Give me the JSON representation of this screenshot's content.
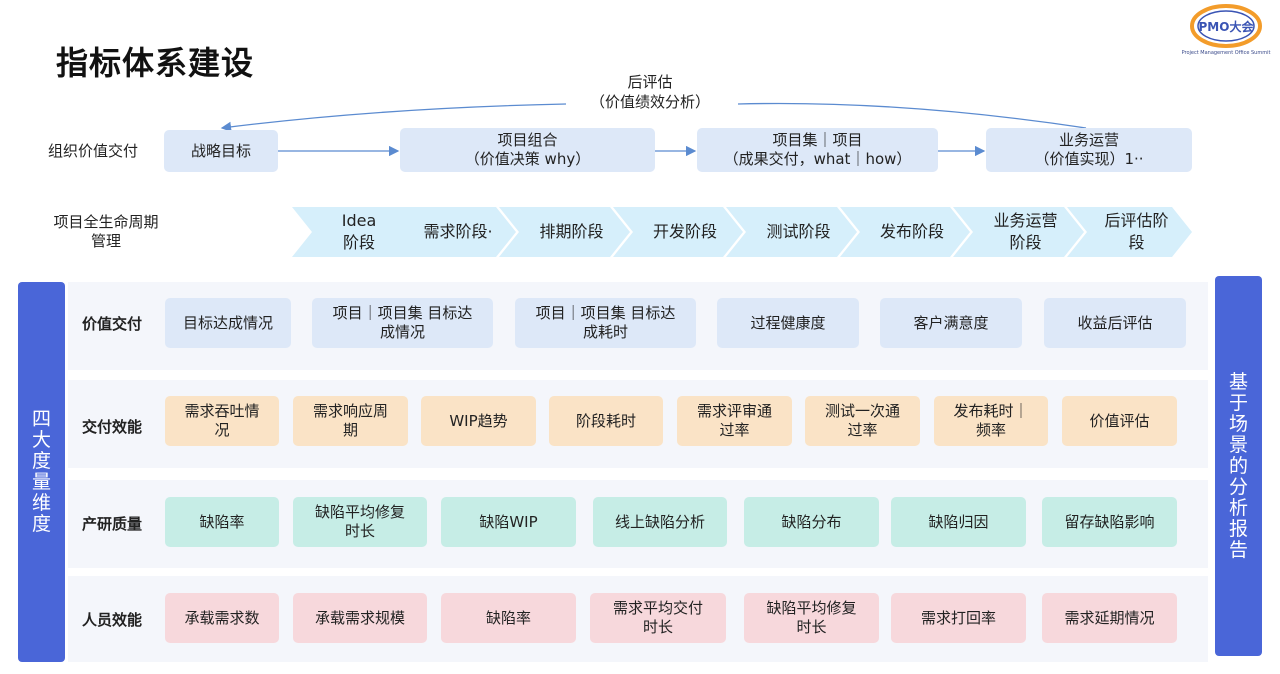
{
  "title": "指标体系建设",
  "logo": {
    "mark": "PMO大会",
    "subtitle": "Project Management Office Summit"
  },
  "feedback": {
    "line1": "后评估",
    "line2": "（价值绩效分析）"
  },
  "org_value": {
    "label": "组织价值交付",
    "items": [
      {
        "line1": "战略目标",
        "line2": ""
      },
      {
        "line1": "项目组合",
        "line2": "（价值决策 why）"
      },
      {
        "line1": "项目集｜项目",
        "line2": "（成果交付，what｜how）"
      },
      {
        "line1": "业务运营",
        "line2": "（价值实现）1··"
      }
    ]
  },
  "lifecycle": {
    "label_line1": "项目全生命周期",
    "label_line2": "管理",
    "stages": [
      {
        "line1": "Idea",
        "line2": "阶段"
      },
      {
        "line1": "需求阶段·",
        "line2": ""
      },
      {
        "line1": "排期阶段",
        "line2": ""
      },
      {
        "line1": "开发阶段",
        "line2": ""
      },
      {
        "line1": "测试阶段",
        "line2": ""
      },
      {
        "line1": "发布阶段",
        "line2": ""
      },
      {
        "line1": "业务运营",
        "line2": "阶段"
      },
      {
        "line1": "后评估阶",
        "line2": "段"
      }
    ]
  },
  "left_bar": [
    "四",
    "大",
    "度",
    "量",
    "维",
    "度"
  ],
  "right_bar": [
    "基",
    "于",
    "场",
    "景",
    "的",
    "分",
    "析",
    "报",
    "告"
  ],
  "dimensions": {
    "value": {
      "label": "价值交付",
      "items": [
        {
          "line1": "目标达成情况",
          "line2": ""
        },
        {
          "line1": "项目｜项目集 目标达",
          "line2": "成情况"
        },
        {
          "line1": "项目｜项目集 目标达",
          "line2": "成耗时"
        },
        {
          "line1": "过程健康度",
          "line2": ""
        },
        {
          "line1": "客户满意度",
          "line2": ""
        },
        {
          "line1": "收益后评估",
          "line2": ""
        }
      ]
    },
    "efficiency": {
      "label": "交付效能",
      "items": [
        {
          "line1": "需求吞吐情",
          "line2": "况"
        },
        {
          "line1": "需求响应周",
          "line2": "期"
        },
        {
          "line1": "WIP趋势",
          "line2": ""
        },
        {
          "line1": "阶段耗时",
          "line2": ""
        },
        {
          "line1": "需求评审通",
          "line2": "过率"
        },
        {
          "line1": "测试一次通",
          "line2": "过率"
        },
        {
          "line1": "发布耗时｜",
          "line2": "频率"
        },
        {
          "line1": "价值评估",
          "line2": ""
        }
      ]
    },
    "quality": {
      "label": "产研质量",
      "items": [
        {
          "line1": "缺陷率",
          "line2": ""
        },
        {
          "line1": "缺陷平均修复",
          "line2": "时长"
        },
        {
          "line1": "缺陷WIP",
          "line2": ""
        },
        {
          "line1": "线上缺陷分析",
          "line2": ""
        },
        {
          "line1": "缺陷分布",
          "line2": ""
        },
        {
          "line1": "缺陷归因",
          "line2": ""
        },
        {
          "line1": "留存缺陷影响",
          "line2": ""
        }
      ]
    },
    "people": {
      "label": "人员效能",
      "items": [
        {
          "line1": "承载需求数",
          "line2": ""
        },
        {
          "line1": "承载需求规模",
          "line2": ""
        },
        {
          "line1": "缺陷率",
          "line2": ""
        },
        {
          "line1": "需求平均交付",
          "line2": "时长"
        },
        {
          "line1": "缺陷平均修复",
          "line2": "时长"
        },
        {
          "line1": "需求打回率",
          "line2": ""
        },
        {
          "line1": "需求延期情况",
          "line2": ""
        }
      ]
    }
  },
  "colors": {
    "accent": "#4a66d8",
    "value_box": "#dde8f8",
    "efficiency_box": "#fae3c6",
    "quality_box": "#c6ede6",
    "people_box": "#f7d8dc",
    "chevron": "#d6effb"
  }
}
